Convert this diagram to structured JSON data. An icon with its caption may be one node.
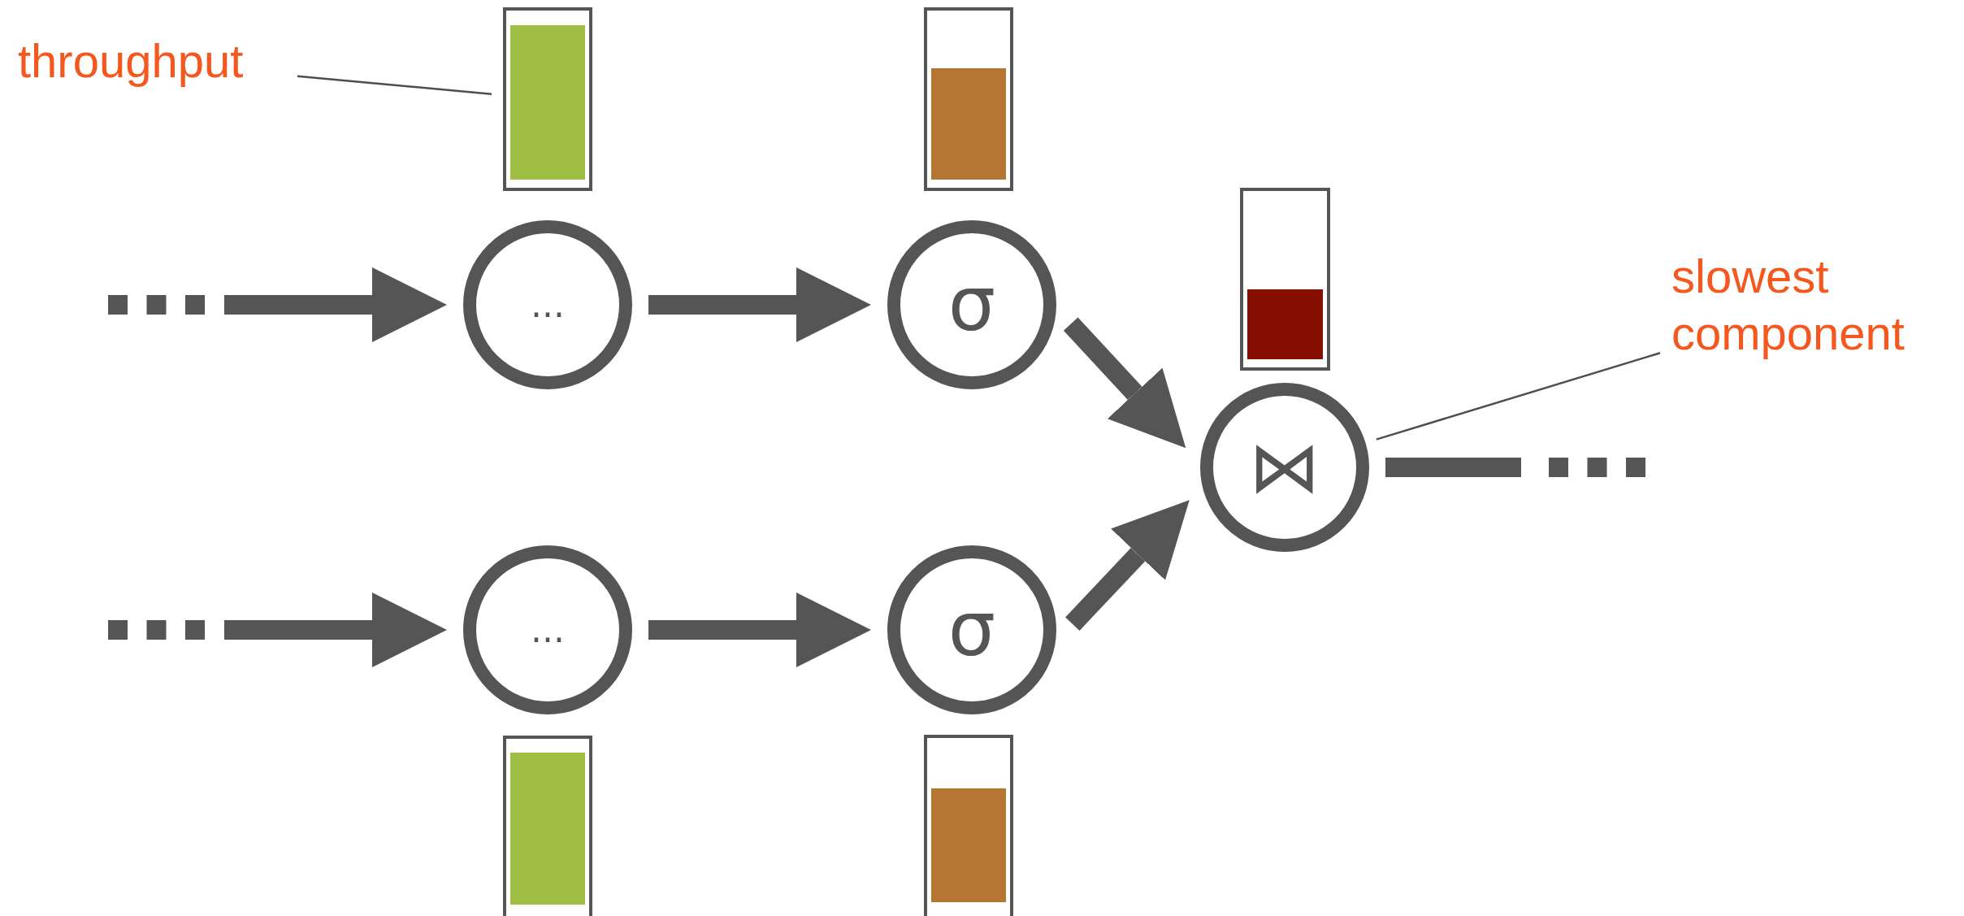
{
  "diagram": {
    "nodes": [
      {
        "text": [
          "throughput"
        ]
      },
      {
        "text": [],
        "shape": "bar"
      },
      {
        "text": [],
        "shape": "bar"
      },
      {
        "text": [],
        "shape": "bar"
      },
      {
        "text": [
          "slowest component"
        ]
      },
      {
        "text": [
          "..."
        ]
      },
      {
        "text": [
          "σ"
        ]
      },
      {
        "text": [
          "⋈"
        ]
      },
      {
        "text": [
          "..."
        ]
      },
      {
        "text": [
          "σ"
        ]
      },
      {
        "text": [],
        "shape": "bar"
      },
      {
        "text": [],
        "shape": "bar"
      }
    ],
    "edges": [
      {
        "from": 0,
        "to": 1,
        "arrow": "none"
      },
      {
        "from": 4,
        "to": 7,
        "arrow": "none"
      },
      {
        "from": null,
        "to": 5,
        "arrow": "to"
      },
      {
        "from": 5,
        "to": 6,
        "arrow": "to"
      },
      {
        "from": 6,
        "to": 7,
        "arrow": "to"
      },
      {
        "from": null,
        "to": 8,
        "arrow": "to"
      },
      {
        "from": 8,
        "to": 9,
        "arrow": "to"
      },
      {
        "from": 9,
        "to": 7,
        "arrow": "to"
      },
      {
        "from": 7,
        "to": null,
        "arrow": "none"
      }
    ]
  }
}
